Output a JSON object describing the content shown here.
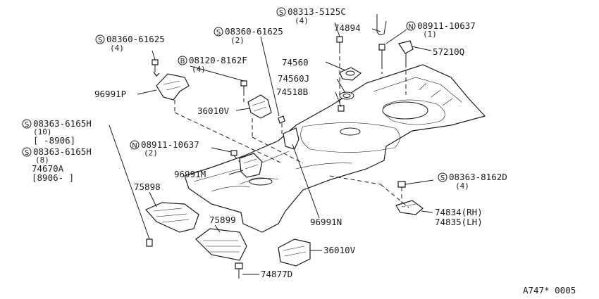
{
  "labels": {
    "c1": {
      "prefix": "S",
      "text": "08313-5125C",
      "qty": "(4)"
    },
    "c2": {
      "prefix": "N",
      "text": "08911-10637",
      "qty": "(1)"
    },
    "c3": {
      "prefix": "S",
      "text": "08360-61625",
      "qty": "(2)"
    },
    "c4": {
      "prefix": "S",
      "text": "08360-61625",
      "qty": "(4)"
    },
    "c5": {
      "prefix": "B",
      "text": "08120-8162F",
      "qty": "(4)"
    },
    "c6": {
      "prefix": "S",
      "text": "08363-6165H",
      "qty": "(10)",
      "range": "[  -8906]"
    },
    "c7": {
      "prefix": "S",
      "text": "08363-6165H",
      "qty": "(8)"
    },
    "c8": {
      "prefix": "N",
      "text": "08911-10637",
      "qty": "(2)"
    },
    "c9": {
      "prefix": "S",
      "text": "08363-8162D",
      "qty": "(4)"
    },
    "p74894": "74894",
    "p57210Q": "57210Q",
    "p74560": "74560",
    "p74560J": "74560J",
    "p74518B": "74518B",
    "p96991P": "96991P",
    "p36010V_a": "36010V",
    "p74670A": "74670A",
    "p74670A_range": "[8906-  ]",
    "p96991M": "96991M",
    "p75898": "75898",
    "p75899": "75899",
    "p96991N": "96991N",
    "p36010V_b": "36010V",
    "p74834": "74834(RH)",
    "p74835": "74835(LH)",
    "p74877D": "74877D",
    "diagram_id": "A747* 0005"
  }
}
